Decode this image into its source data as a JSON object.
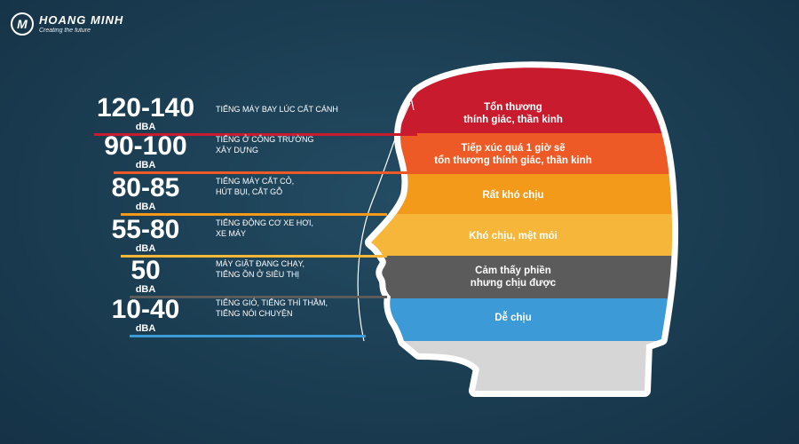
{
  "brand": {
    "mark": "M",
    "name": "HOANG MINH",
    "slogan": "Creating the future"
  },
  "levels": [
    {
      "value": "120-140",
      "unit": "dBA",
      "source": "Tiếng máy bay lúc cất cánh",
      "effect": "Tổn thương\nthính giác, thần kinh",
      "color": "#c81b2e"
    },
    {
      "value": "90-100",
      "unit": "dBA",
      "source": "Tiếng ở công trường\nxây dựng",
      "effect": "Tiếp xúc quá 1 giờ sẽ\ntổn thương thính giác, thần kinh",
      "color": "#ee5a25"
    },
    {
      "value": "80-85",
      "unit": "dBA",
      "source": "Tiếng máy cắt cỏ,\nhút bụi, cắt gỗ",
      "effect": "Rất khó chịu",
      "color": "#f49a1b"
    },
    {
      "value": "55-80",
      "unit": "dBA",
      "source": "Tiếng động cơ xe hơi,\nxe máy",
      "effect": "Khó chịu, mệt mỏi",
      "color": "#f6b63a"
    },
    {
      "value": "50",
      "unit": "dBA",
      "source": "Máy giặt đang chạy,\ntiếng ồn ở siêu thị",
      "effect": "Cảm thấy phiền\nnhưng chịu được",
      "color": "#5b5b5b"
    },
    {
      "value": "10-40",
      "unit": "dBA",
      "source": "Tiếng gió, tiếng thì thầm,\ntiếng nói chuyện",
      "effect": "Dễ chịu",
      "color": "#3c9ad7"
    }
  ]
}
